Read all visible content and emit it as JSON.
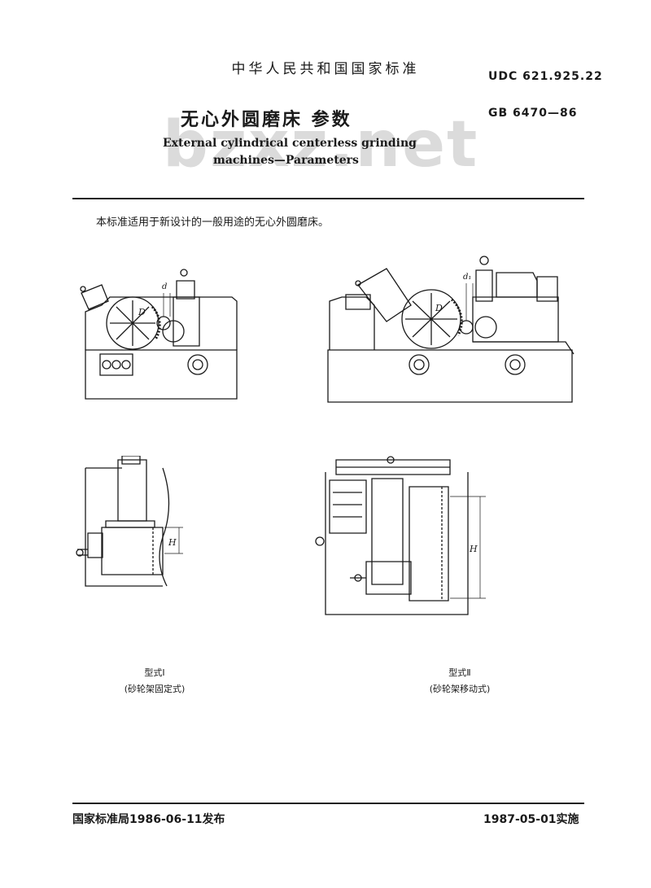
{
  "header": {
    "standard_title": "中华人民共和国国家标准",
    "udc": "UDC 621.925.22",
    "gb_number": "GB 6470—86"
  },
  "title": {
    "cn": "无心外圆磨床 参数",
    "en_line1": "External cylindrical centerless grinding",
    "en_line2": "machines—Parameters"
  },
  "watermark": "bzxz.net",
  "intro_text": "本标准适用于新设计的一般用途的无心外圆磨床。",
  "figures": {
    "labels": {
      "d": "d",
      "d1": "d₁",
      "D": "D",
      "H": "H"
    },
    "type1": {
      "name": "型式Ⅰ",
      "desc": "(砂轮架固定式)"
    },
    "type2": {
      "name": "型式Ⅱ",
      "desc": "(砂轮架移动式)"
    }
  },
  "footer": {
    "issued": "国家标准局1986-06-11发布",
    "effective": "1987-05-01实施"
  }
}
